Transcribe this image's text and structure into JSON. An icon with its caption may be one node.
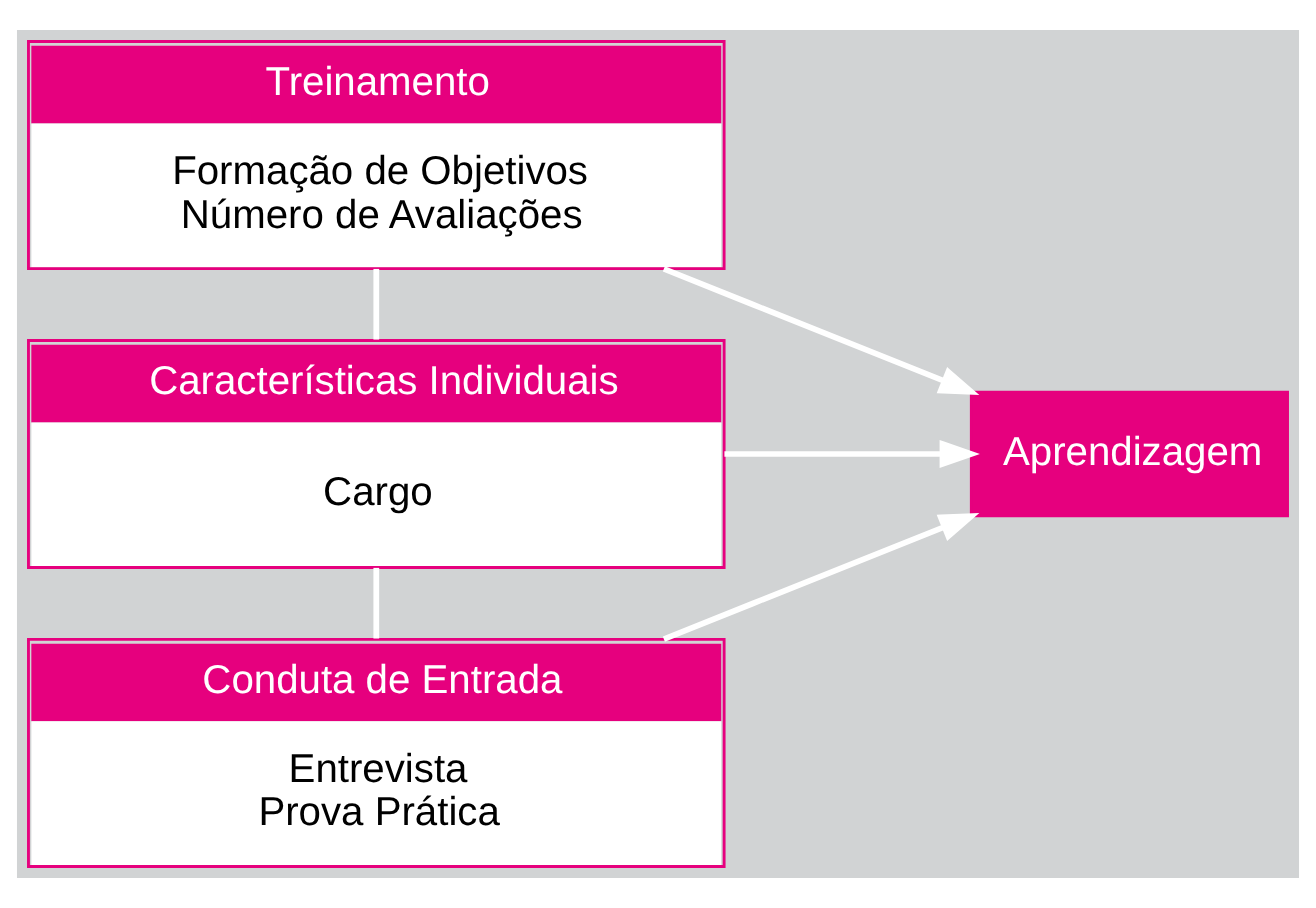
{
  "diagram": {
    "nodes": [
      {
        "text": [
          "Treinamento",
          "Formação de Objetivos Número de Avaliações"
        ]
      },
      {
        "text": [
          "Características Individuais",
          "Cargo"
        ]
      },
      {
        "text": [
          "Conduta de Entrada",
          "Entrevista Prova Prática"
        ]
      },
      {
        "text": [
          "Aprendizagem"
        ]
      }
    ],
    "edges": [
      {
        "from": 0,
        "to": 1,
        "arrow": "none"
      },
      {
        "from": 1,
        "to": 2,
        "arrow": "none"
      },
      {
        "from": 0,
        "to": 3,
        "arrow": "to"
      },
      {
        "from": 1,
        "to": 3,
        "arrow": "to"
      },
      {
        "from": 2,
        "to": 3,
        "arrow": "to"
      }
    ]
  }
}
